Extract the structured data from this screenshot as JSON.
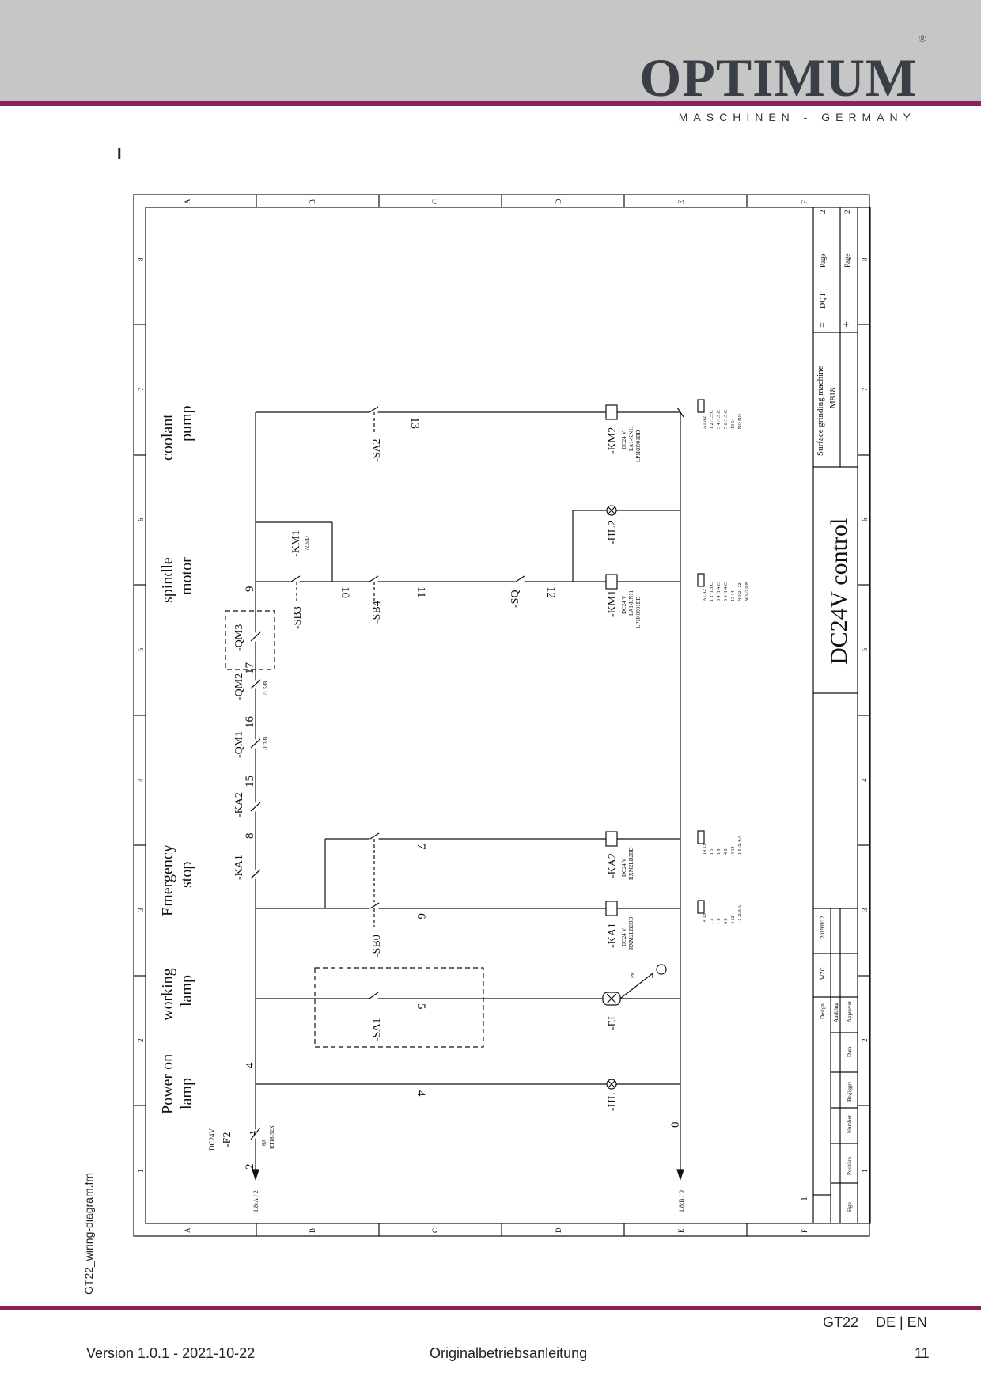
{
  "header": {
    "brand": "OPTIMUM",
    "brand_mark": "®",
    "tagline": "MASCHINEN - GERMANY",
    "accent_color": "#8c1f5e",
    "band_color": "#c6c6c6"
  },
  "section_mark": "I",
  "side_label": "GT22_wiring-diagram.fm",
  "footer": {
    "model": "GT22",
    "languages": "DE | EN",
    "version": "Version 1.0.1 - 2021-10-22",
    "doc_title": "Originalbetriebsanleitung",
    "page": "11"
  },
  "diagram": {
    "frame_letters": [
      "A",
      "B",
      "C",
      "D",
      "E",
      "F"
    ],
    "frame_numbers": [
      "1",
      "2",
      "3",
      "4",
      "5",
      "6",
      "7",
      "8"
    ],
    "sections": [
      {
        "line1": "Power on",
        "line2": "lamp"
      },
      {
        "line1": "working",
        "line2": "lamp"
      },
      {
        "line1": "Emergency",
        "line2": "stop"
      },
      {
        "line1": "spindle",
        "line2": "motor"
      },
      {
        "line1": "coolant",
        "line2": "pump"
      }
    ],
    "title_block": {
      "title": "DC24V control",
      "machine": "Surface grinding machine",
      "model": "M818",
      "eq": "=",
      "code": "DQT",
      "plus": "+",
      "page_label_1": "Page",
      "page_label_2": "Page",
      "page_num_1": "2",
      "page_num_2": "2",
      "design": "Design",
      "designer": "WZC",
      "date": "2019/8/12",
      "auditing": "Auditing",
      "approver": "Approver",
      "data": "Data",
      "revision": "Re,jiggrs",
      "number": "Number",
      "position": "Position",
      "sign": "Sign",
      "index": "1"
    },
    "components": {
      "f2_name": "-F2",
      "f2_volt": "DC24V",
      "f2_rating": "6A",
      "f2_part": "RT18-32X",
      "hl_name": "-HL",
      "el_name": "-EL",
      "pe_label": "PE",
      "sa1_name": "-SA1",
      "sb0_name": "-SB0",
      "ka1_name": "-KA1",
      "ka1_spec1": "DC24 V",
      "ka1_spec2": "RXM2LB2BD",
      "ka2_name": "-KA2",
      "ka2_spec1": "DC24 V",
      "ka2_spec2": "RXM2LB2BD",
      "qm1_name": "-QM1",
      "qm1_ref": "/1.3:B",
      "qm2_name": "-QM2",
      "qm2_ref": "/1.5:B",
      "qm3_name": "-QM3",
      "sb3_name": "-SB3",
      "sb4_name": "-SB4",
      "sq_name": "-SQ",
      "km1_name": "-KM1",
      "km1_spec1": "DC24 V",
      "km1_spec2": "LA1-KN11",
      "km1_spec3": "LP1K0901BD",
      "km1_aux_name": "-KM1",
      "km1_aux_ref": "/2.6:D",
      "hl2_name": "-HL2",
      "sa2_name": "-SA2",
      "km2_name": "-KM2",
      "km2_spec1": "DC24 V",
      "km2_spec2": "LA1-KN11",
      "km2_spec3": "LP1K0901BD",
      "left_ref": "1.8:A / 2",
      "right_ref": "1.8:B / 0"
    },
    "wire_numbers": {
      "w2": "2",
      "w4a": "4",
      "w4b": "4",
      "w5": "5",
      "w6": "6",
      "w7": "7",
      "w8": "8",
      "w15": "15",
      "w16": "16",
      "w17": "17",
      "w9": "9",
      "w10": "10",
      "w11": "11",
      "w12": "12",
      "w13": "13",
      "w0": "0"
    },
    "contact_tables": {
      "km1_rows": [
        "A1 A2",
        "1 2 /1.3:C",
        "3 4 /1.4:C",
        "5 6 /1.4:C",
        "13 14",
        "NO 21 22"
      ],
      "km1_ref": "NO /2.6:B",
      "km2_rows": [
        "A1 A2",
        "1 2 /1.5:C",
        "3 4 /1.5:C",
        "5 6 /1.5:C",
        "13 14",
        "NO NO"
      ],
      "ka1_rows": [
        "14 13",
        "1 5",
        "1 9",
        "4 8",
        "4 12",
        "1 5 /2.3:A"
      ],
      "ka2_rows": [
        "14 13",
        "1 5",
        "1 9",
        "4 8",
        "4 12",
        "1 5 /2.4:A"
      ]
    }
  }
}
